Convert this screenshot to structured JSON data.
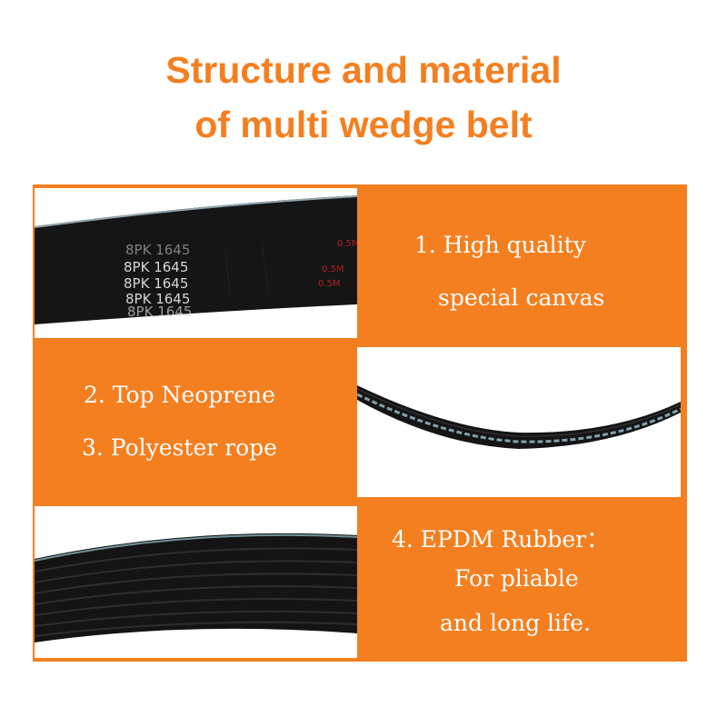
{
  "heading": {
    "line1": "Structure and material",
    "line2": "of multi wedge belt"
  },
  "items": [
    {
      "line1": "1. High quality",
      "line2": "special canvas"
    },
    {
      "line1": "2. Top Neoprene",
      "line2": "3. Polyester rope"
    },
    {
      "line1": "4. EPDM Rubber：",
      "line2": "For pliable",
      "line3": "and long life."
    }
  ],
  "belt_print": {
    "code": "8PK 1645",
    "mark": "0.5M"
  },
  "colors": {
    "accent": "#f47f20",
    "belt": "#151515",
    "text_on_accent": "#ffffff"
  }
}
